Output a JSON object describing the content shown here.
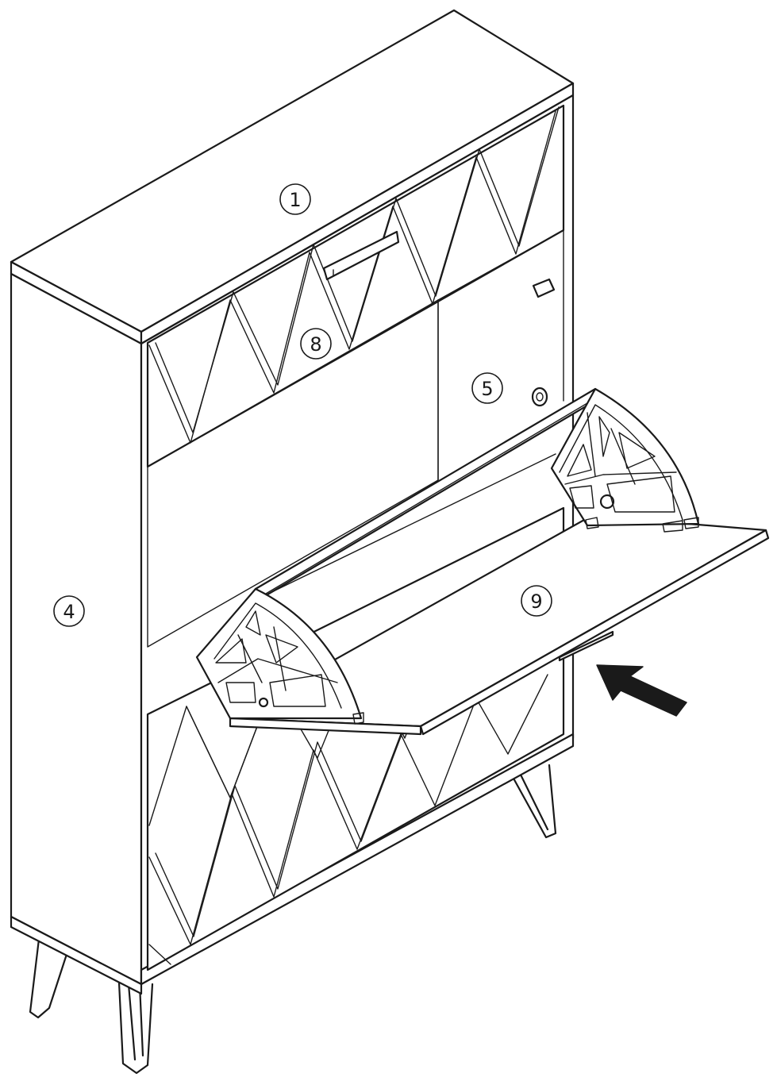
{
  "diagram": {
    "part_labels": [
      {
        "text": "1",
        "part": "top-panel"
      },
      {
        "text": "8",
        "part": "top-flap-door"
      },
      {
        "text": "5",
        "part": "right-side-door"
      },
      {
        "text": "4",
        "part": "left-side-panel"
      },
      {
        "text": "9",
        "part": "open-tilt-drawer"
      }
    ],
    "arrow_icon": "push-arrow-icon",
    "colors": {
      "ink": "#1a1a1a",
      "paper": "#ffffff"
    }
  }
}
